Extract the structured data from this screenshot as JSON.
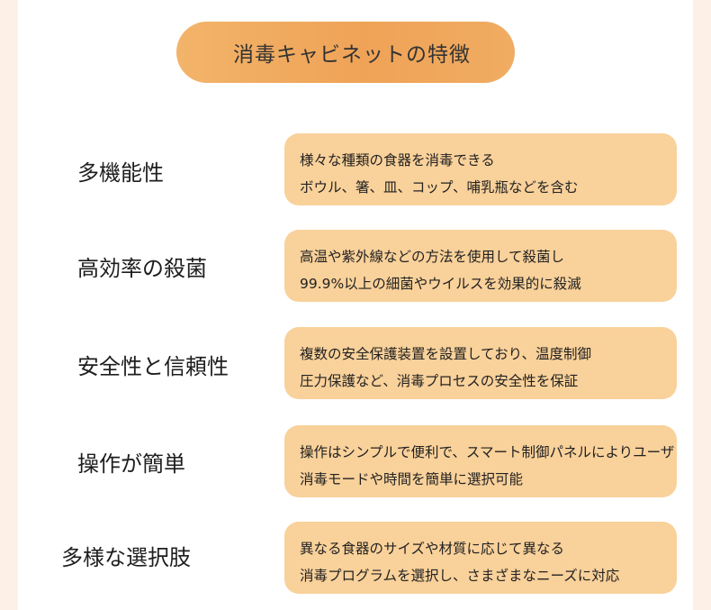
{
  "title": "消毒キャビネットの特徴",
  "features": [
    {
      "label": "多機能性",
      "lines": [
        "様々な種類の食器を消毒できる",
        "ボウル、箸、皿、コップ、哺乳瓶などを含む"
      ]
    },
    {
      "label": "高効率の殺菌",
      "lines": [
        "高温や紫外線などの方法を使用して殺菌し",
        "99.9%以上の細菌やウイルスを効果的に殺滅"
      ]
    },
    {
      "label": "安全性と信頼性",
      "lines": [
        "複数の安全保護装置を設置しており、温度制御",
        "圧力保護など、消毒プロセスの安全性を保証"
      ]
    },
    {
      "label": "操作が簡単",
      "lines": [
        "操作はシンプルで便利で、スマート制御パネルによりユーザ",
        "消毒モードや時間を簡単に選択可能"
      ]
    },
    {
      "label": "多様な選択肢",
      "lines": [
        "異なる食器のサイズや材質に応じて異なる",
        "消毒プログラムを選択し、さまざまなニーズに対応"
      ]
    }
  ]
}
